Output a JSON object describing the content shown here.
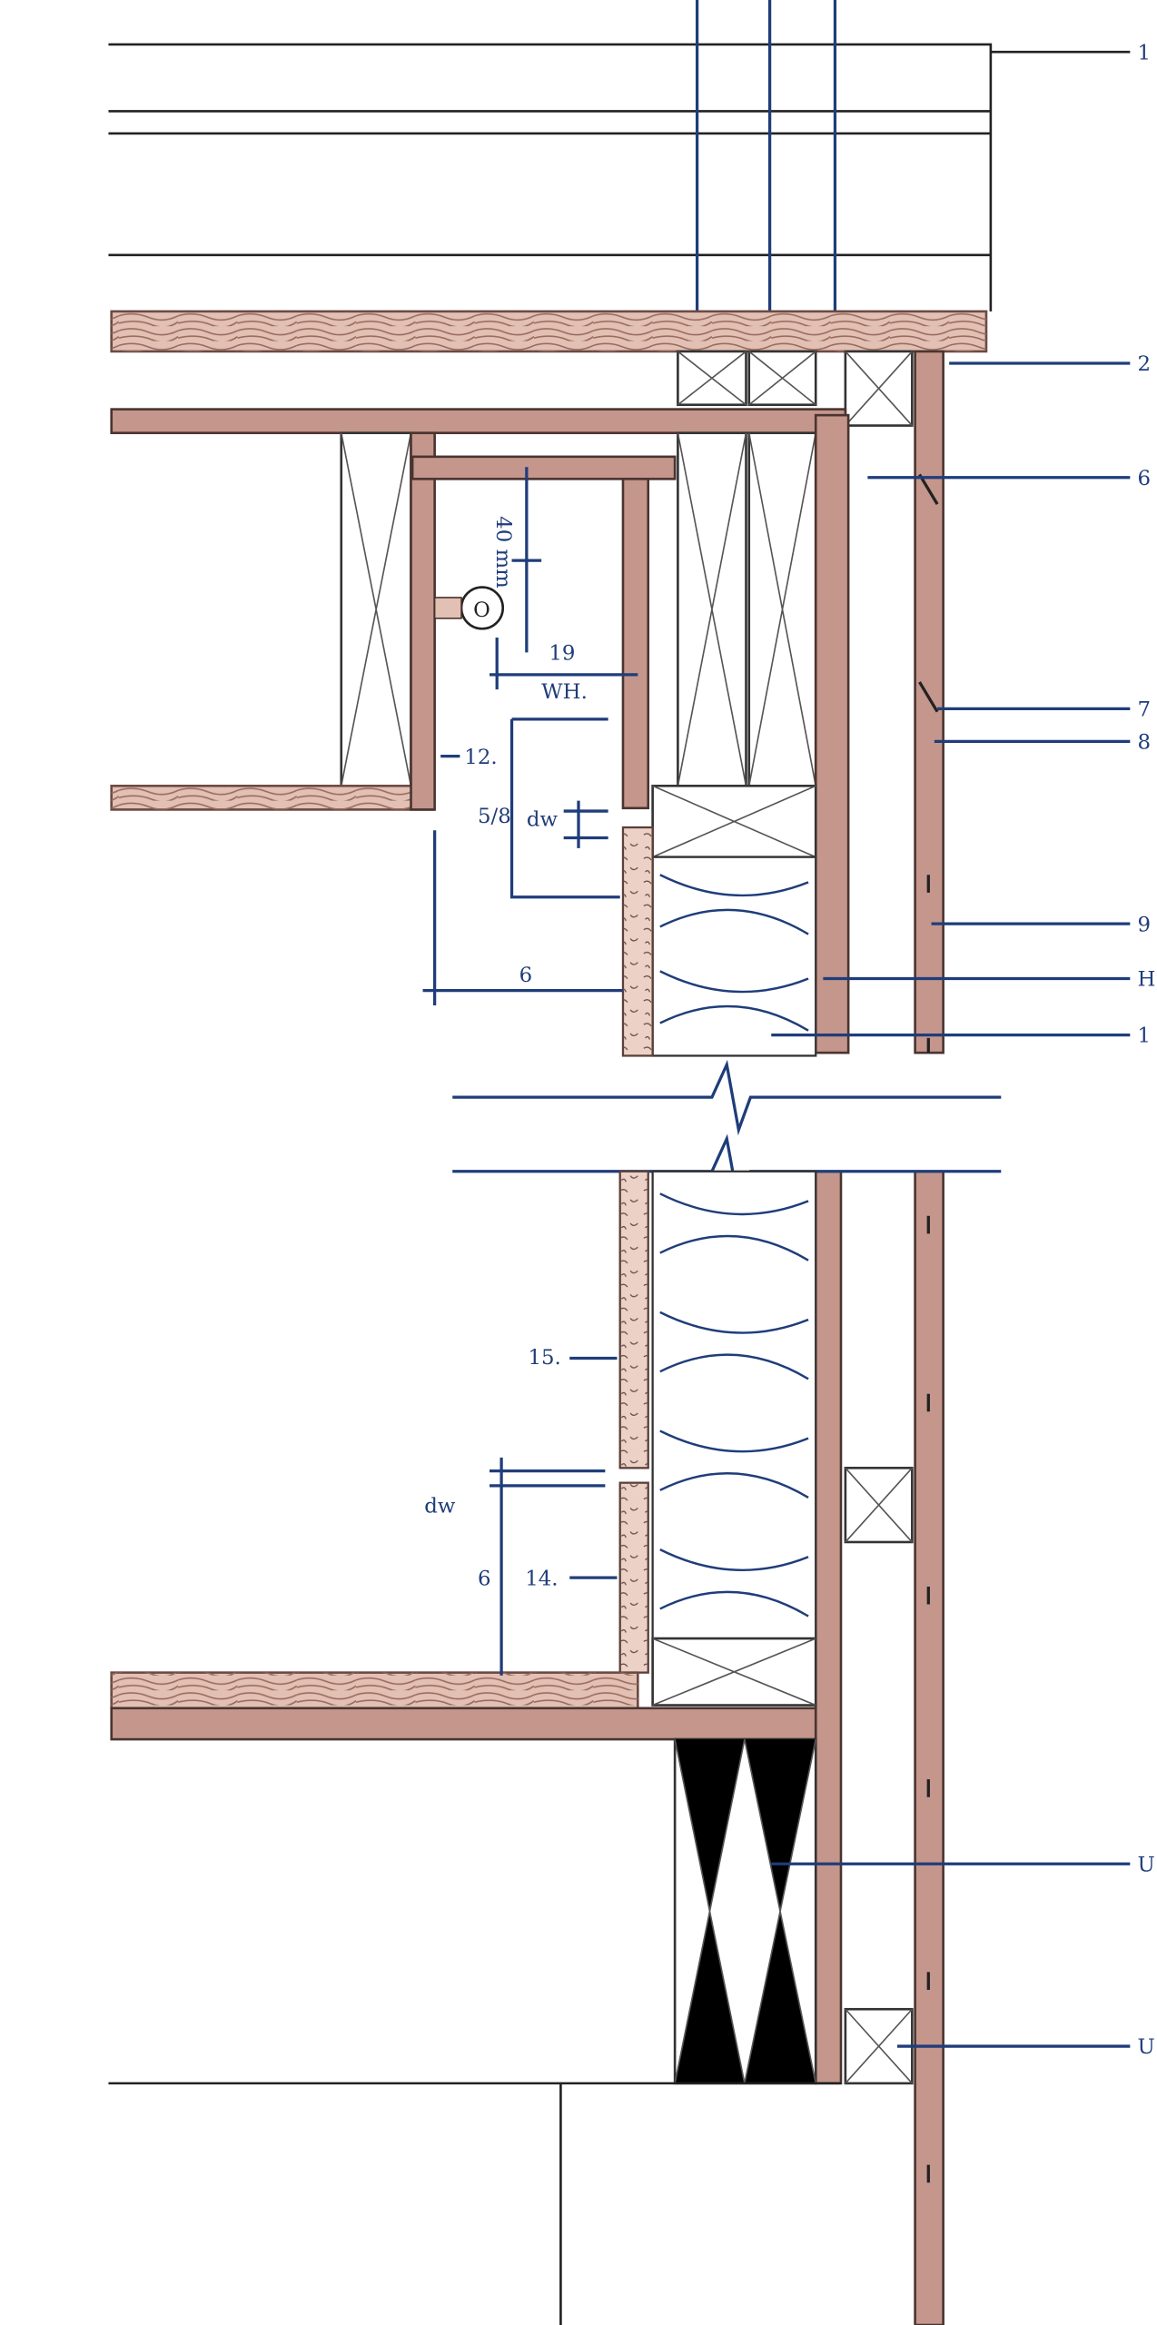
{
  "title": "Wall section detail",
  "callouts": [
    "1",
    "2",
    "6",
    "7",
    "8",
    "9",
    "H",
    "1",
    "U",
    "U"
  ],
  "dimensions": {
    "top_vertical": "40 mm",
    "circle": "O",
    "width_top": "19",
    "width_bottom": "WH.",
    "left_label": "12.",
    "box_left": "5/8",
    "box_mid": "dw",
    "bottom_width": "6",
    "gypsum_upper": "15.",
    "gypsum_lower": "14.",
    "lower_dim_label": "dw",
    "lower_dim_value": "6"
  },
  "colors": {
    "line_blue": "#1f3d7a",
    "wood": "#e3c0b4",
    "framing": "#c4968c"
  }
}
